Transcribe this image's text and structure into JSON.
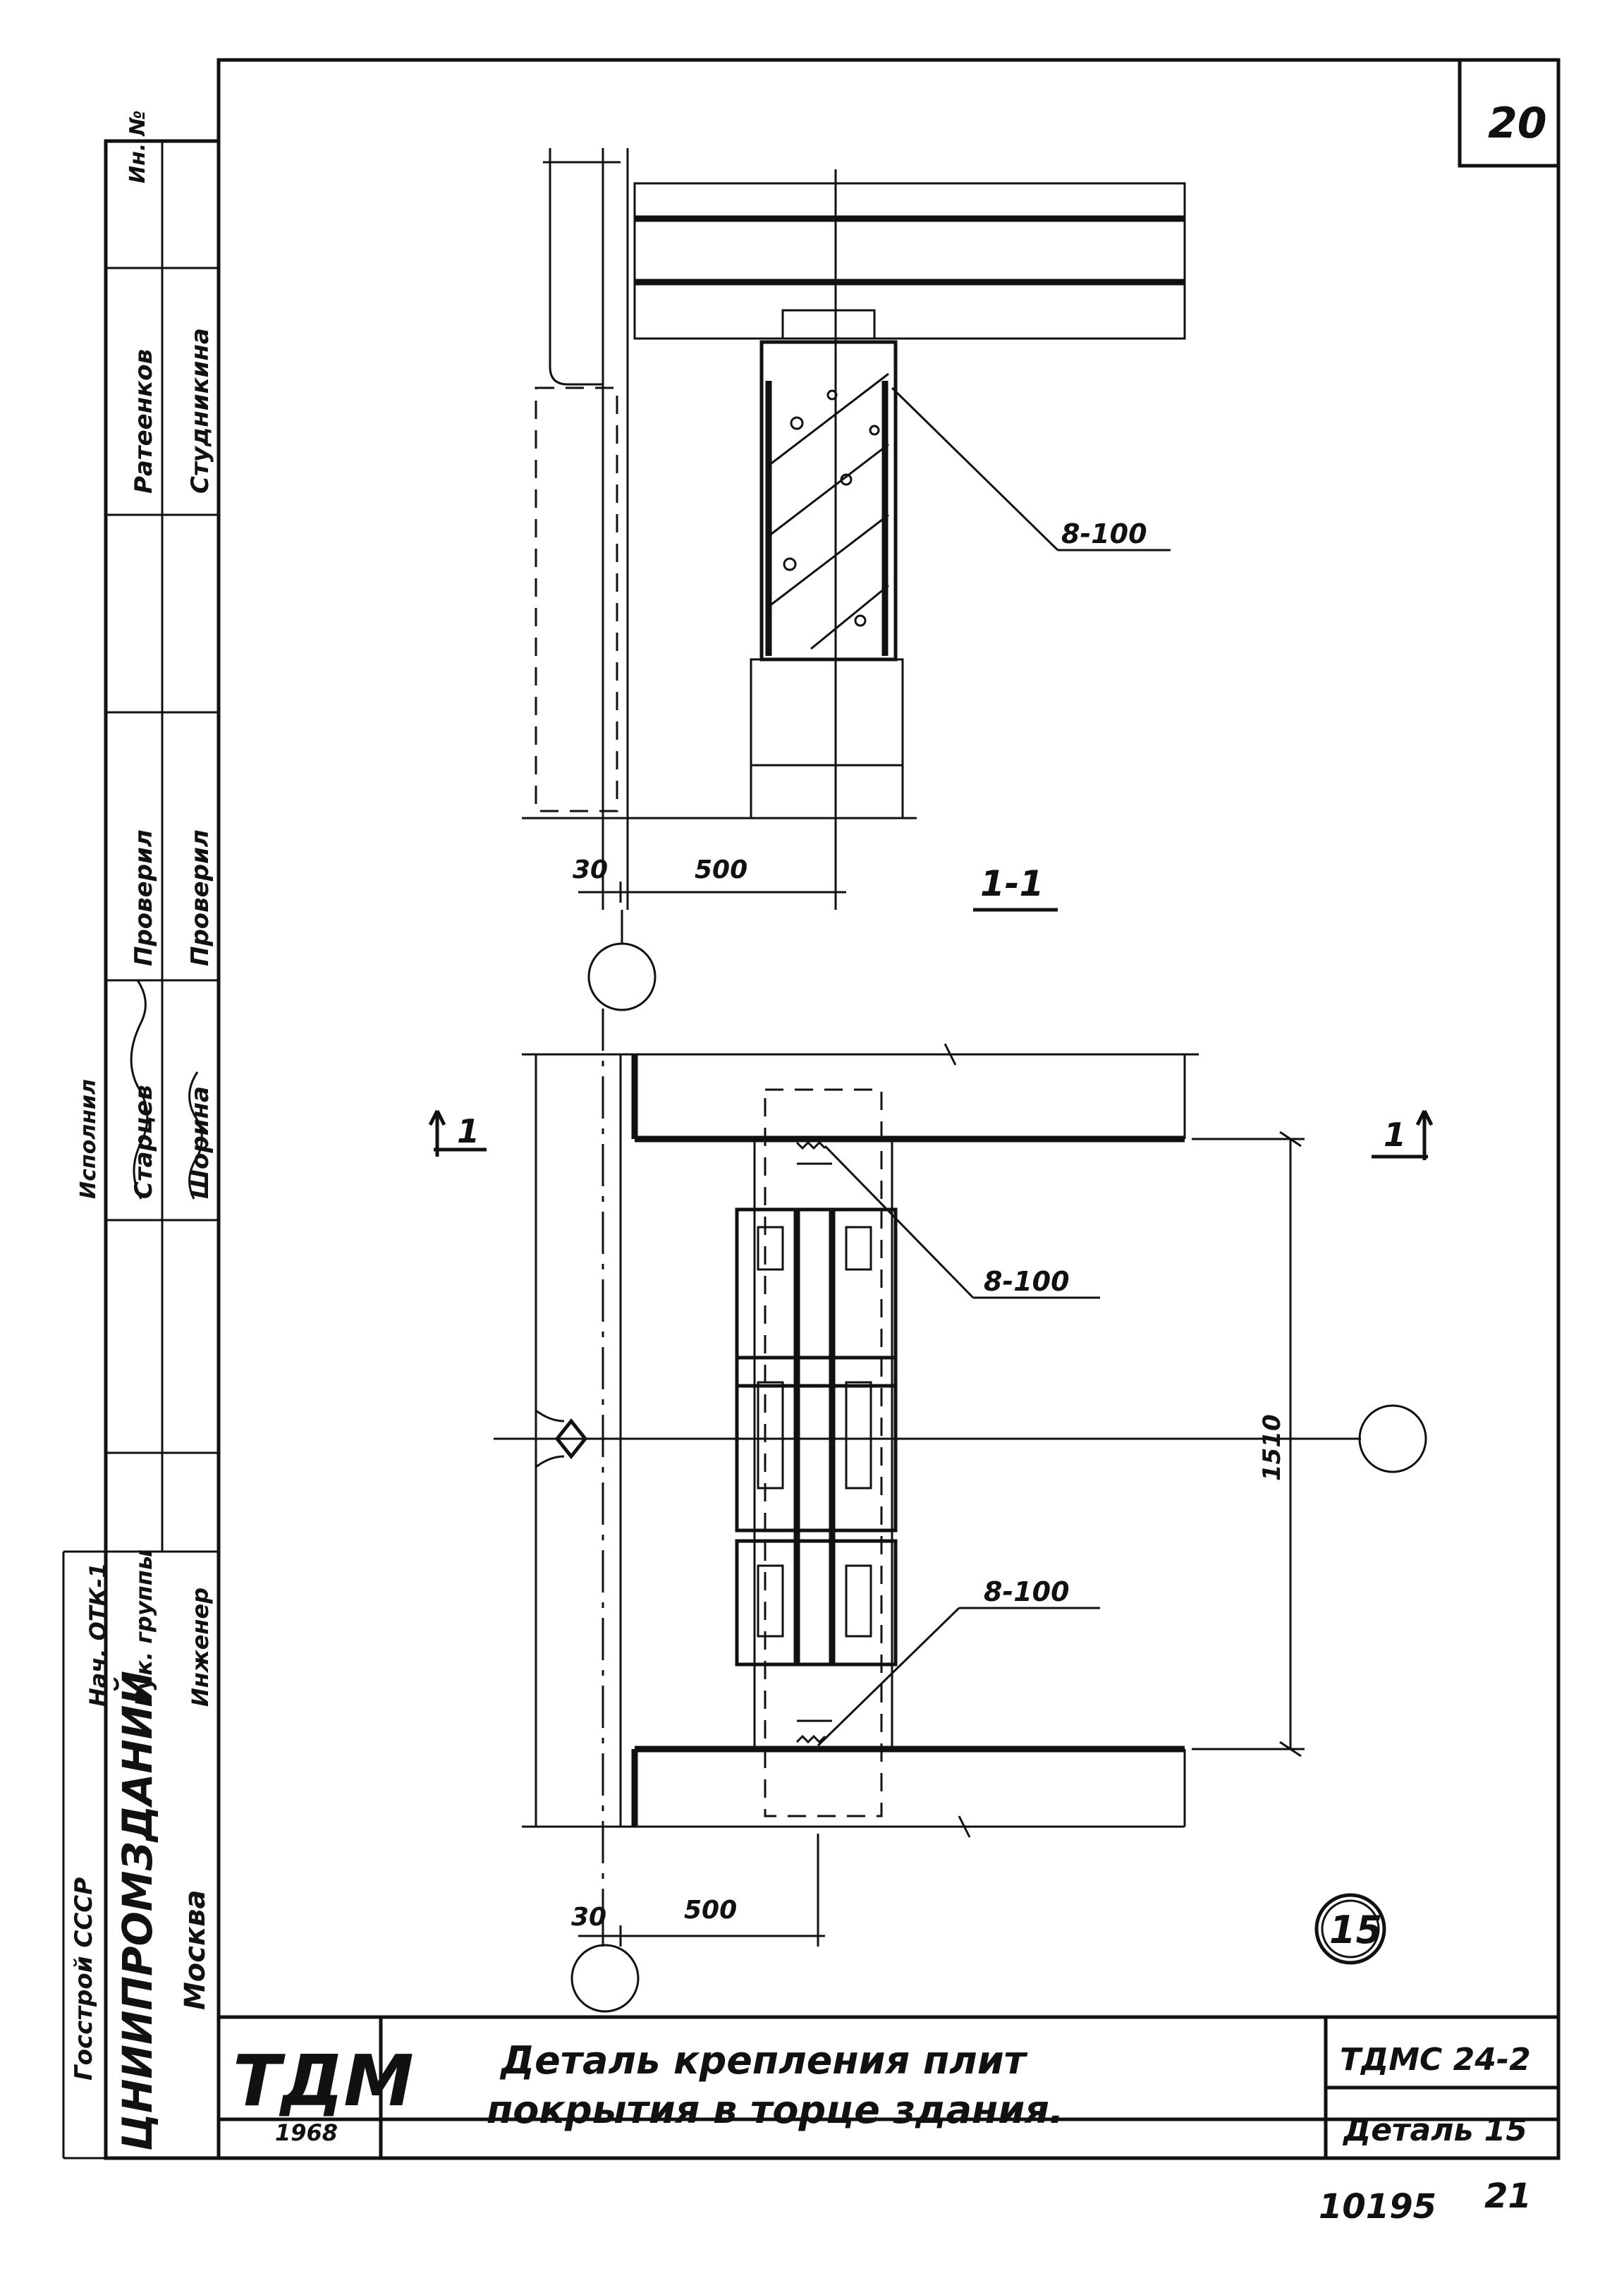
{
  "sheet": {
    "page_number": "20",
    "inventory_no": "10195",
    "page_sub": "21",
    "stamp_corner": "Ин. №"
  },
  "side_block": {
    "org_line1": "Госстрой СССР",
    "org_line2": "ЦНИИПРОМЗДАНИЙ",
    "org_line3": "Москва",
    "rows": [
      {
        "role": "Нач. ОТК-1",
        "name": "",
        "action": ""
      },
      {
        "role": "Рук. группы",
        "name": "Старцев",
        "action": "Проверил"
      },
      {
        "role": "Инженер",
        "name": "Шорина",
        "action": "Проверил"
      }
    ],
    "names_top": [
      "Ратеенков",
      "Студникина"
    ],
    "handwritten_note": "Исполнил"
  },
  "view_top": {
    "section_label": "1-1",
    "dim_left": "30",
    "dim_right": "500",
    "weld_label": "8-100"
  },
  "view_plan": {
    "cut_mark_left": "1",
    "cut_mark_right": "1",
    "dim_left": "30",
    "dim_right": "500",
    "dim_vertical": "1510",
    "weld_label_upper": "8-100",
    "weld_label_lower": "8-100",
    "detail_number": "15"
  },
  "title_block": {
    "logo": "ТДМ",
    "year": "1968",
    "title_line1": "Деталь крепления плит",
    "title_line2": "покрытия в торце здания.",
    "code": "ТДМС 24-2",
    "detail": "Деталь 15"
  }
}
